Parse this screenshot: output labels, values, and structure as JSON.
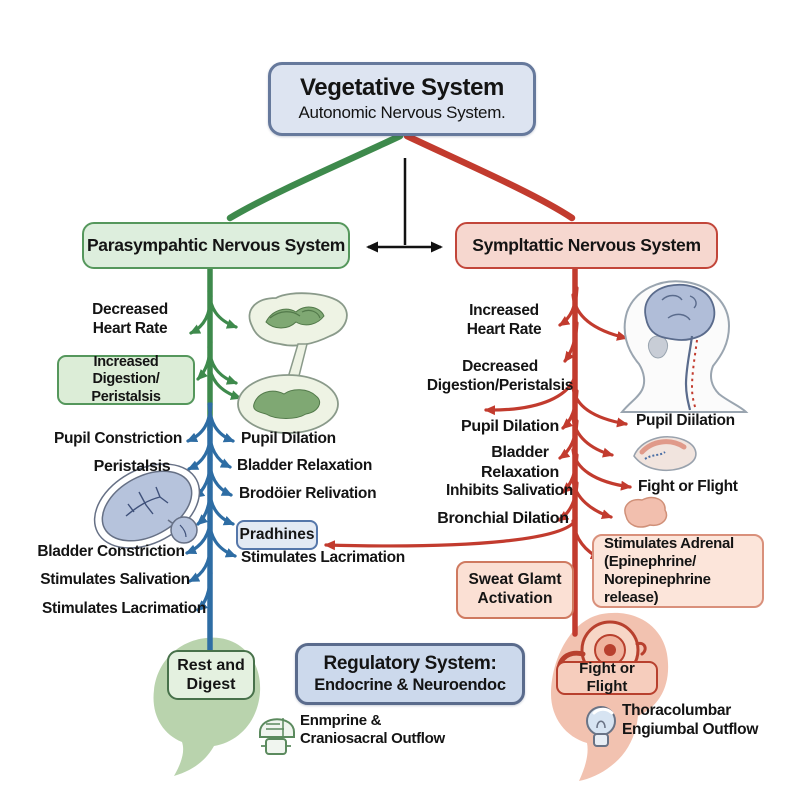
{
  "colors": {
    "blue_box_fill": "#dde4f1",
    "blue_box_border": "#66799c",
    "green_box_fill": "#ddeedd",
    "green_box_border": "#55975c",
    "red_box_fill": "#f6d7cf",
    "red_box_border": "#c2463a",
    "green_line": "#3e8a4c",
    "blue_line": "#2e6da4",
    "red_line": "#c23b2e",
    "arrow_black": "#111111",
    "text": "#141414",
    "green_bubble": "#b9d3ad",
    "pink_bubble": "#f2c2b0"
  },
  "title_box": {
    "title": "Vegetative System",
    "subtitle": "Autonomic Nervous System."
  },
  "parasympathetic": {
    "header": "Parasympahtic Nervous System",
    "decreased_heart_rate": [
      "Decreased",
      "Heart Rate"
    ],
    "increased_digestion": [
      "Increased Digestion/",
      "Peristalsis"
    ],
    "pupil_constriction": "Pupil Constriction",
    "peristalsis": "Peristalsis",
    "bladder_constriction": "Bladder Constriction",
    "stimulates_salivation": "Stimulates Salivation",
    "stimulates_lacrimation": "Stimulates Lacrimation",
    "pupil_dilation": "Pupil Dilation",
    "bladder_relaxation": "Bladder Relaxation",
    "brodoier_relivation": "Brodöier Relivation",
    "pradhines": "Pradhines",
    "stimulates_lacrimation_2": "Stimulates Lacrimation",
    "rest_and_digest": [
      "Rest and",
      "Digest"
    ],
    "outflow": [
      "Enmprine &",
      "Craniosacral Outflow"
    ]
  },
  "sympathetic": {
    "header": "Sympltattic Nervous System",
    "increased_heart_rate": [
      "Increased",
      "Heart Rate"
    ],
    "decreased_digestion": [
      "Decreased",
      "Digestion/Peristalsis"
    ],
    "pupil_dilation": "Pupil Dilation",
    "bladder_relaxation": [
      "Bladder",
      "Relaxation"
    ],
    "inhibits_salivation": "Inhibits Salivation",
    "bronchial_dilation": "Bronchial Dilation",
    "pupil_diilation": "Pupil Diilation",
    "fight_or_flight": "Fight or Flight",
    "stimulates_adrenal": [
      "Stimulates Adrenal",
      "(Epinephrine/",
      "Norepinephrine release)"
    ],
    "sweat_glamt": [
      "Sweat Glamt",
      "Activation"
    ],
    "fight_or_flight_bubble": "Fight or Flight",
    "outflow": [
      "Thoracolumbar",
      "Engiumbal Outflow"
    ]
  },
  "regulatory_box": {
    "title": "Regulatory System:",
    "subtitle": "Endocrine & Neuroendoc"
  },
  "icons": {
    "intestines-icon": "green gut illustration",
    "bladder-icon": "blue bladder with nerve branches",
    "head-profile-icon": "head with brain and spinal cord",
    "eyelid-icon": "pink eyelid organ",
    "organ-blob-icon": "small pink organ",
    "adrenal-gland-icon": "red adrenal gland with duct",
    "cranial-outflow-icon": "green dome and box glyph",
    "bulb-outflow-icon": "blue-gray bulb glyph",
    "bidirectional-arrow-icon": "black double-headed arrow"
  }
}
